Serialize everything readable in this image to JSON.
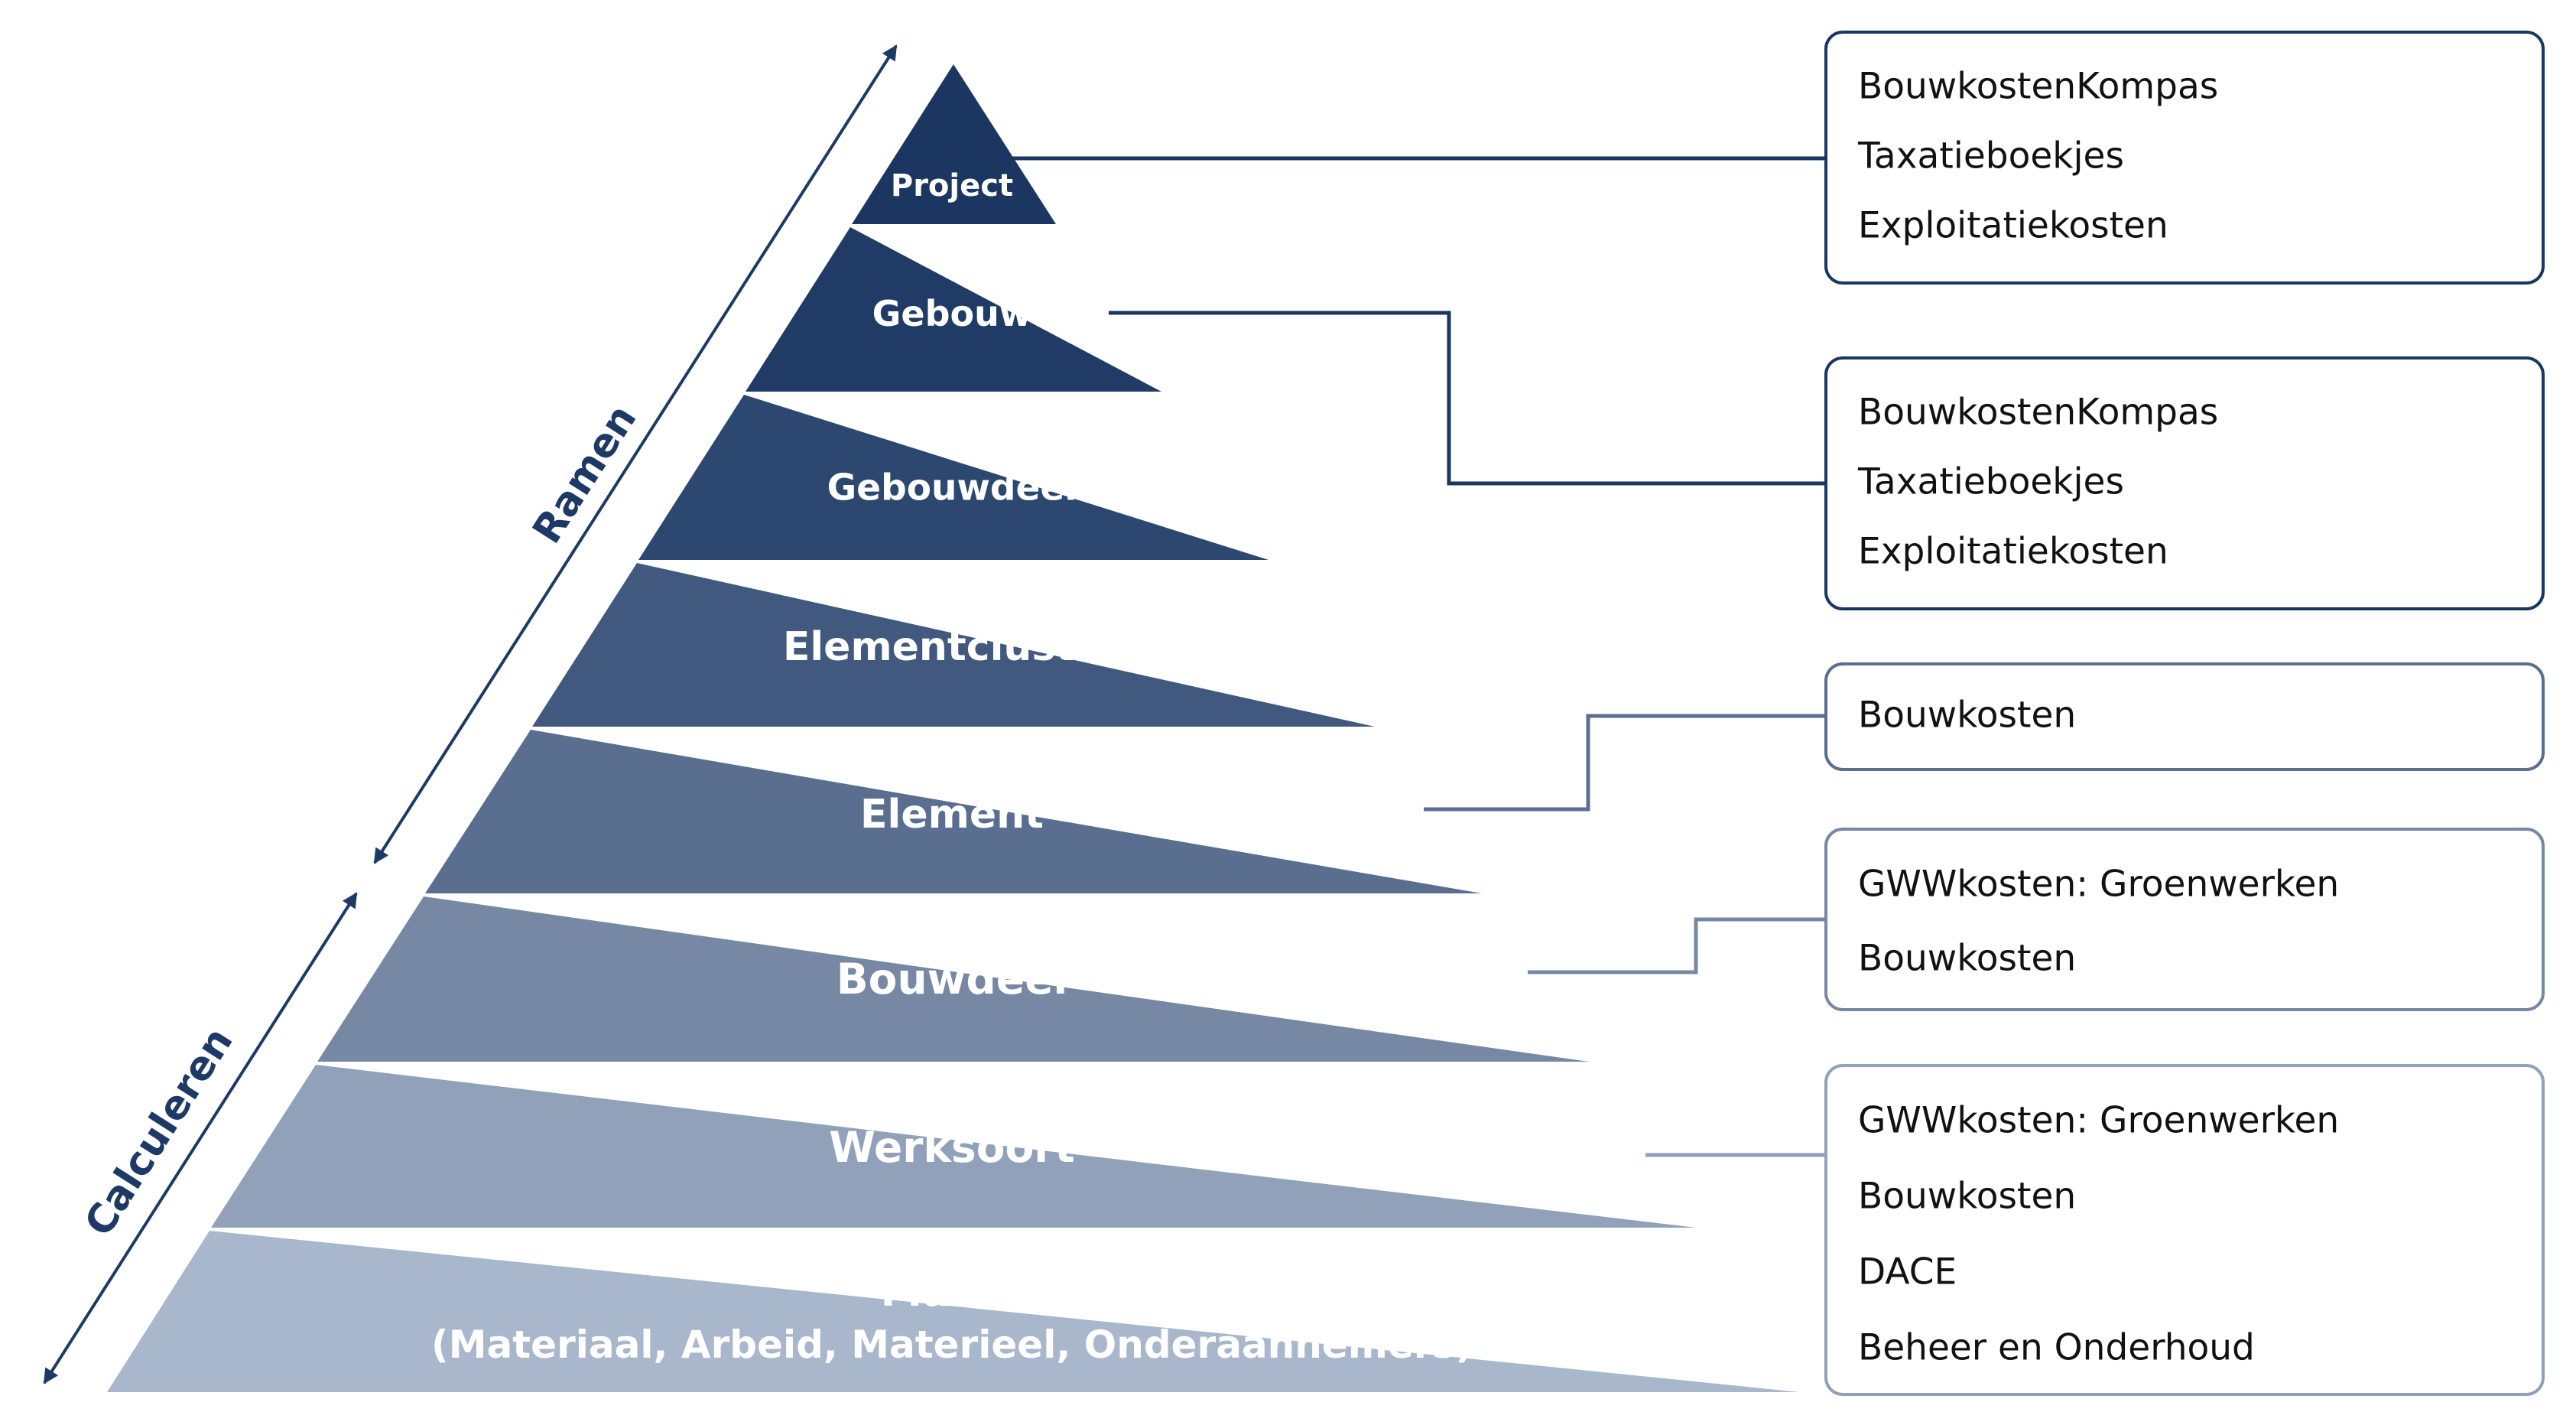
{
  "pyramid": {
    "levels": [
      {
        "label": "Project",
        "color": "#1b3761"
      },
      {
        "label": "Gebouw",
        "color": "#1f3b66"
      },
      {
        "label": "Gebouwdeel",
        "color": "#2c4870"
      },
      {
        "label": "Elementcluster",
        "color": "#42597f"
      },
      {
        "label": "Element",
        "color": "#5a6f90"
      },
      {
        "label": "Bouwdeel",
        "color": "#7688a4"
      },
      {
        "label": "Werksoort",
        "color": "#91a1b9"
      },
      {
        "label": "Mamo",
        "label2": "(Materiaal, Arbeid, Materieel, Onderaannemers)",
        "color": "#a8b7cb"
      }
    ]
  },
  "arrows": {
    "ramen": "Ramen",
    "calculeren": "Calculeren",
    "color": "#1d3a66"
  },
  "boxes": [
    {
      "items": [
        "BouwkostenKompas",
        "Taxatieboekjes",
        "Exploitatiekosten"
      ],
      "border": "#1b3761"
    },
    {
      "items": [
        "BouwkostenKompas",
        "Taxatieboekjes",
        "Exploitatiekosten"
      ],
      "border": "#1b3761"
    },
    {
      "items": [
        "Bouwkosten"
      ],
      "border": "#5a6f90"
    },
    {
      "items": [
        "GWWkosten: Groenwerken",
        "Bouwkosten"
      ],
      "border": "#7688a4"
    },
    {
      "items": [
        "GWWkosten: Groenwerken",
        "Bouwkosten",
        "DACE",
        "Beheer en Onderhoud"
      ],
      "border": "#91a1b9"
    }
  ]
}
